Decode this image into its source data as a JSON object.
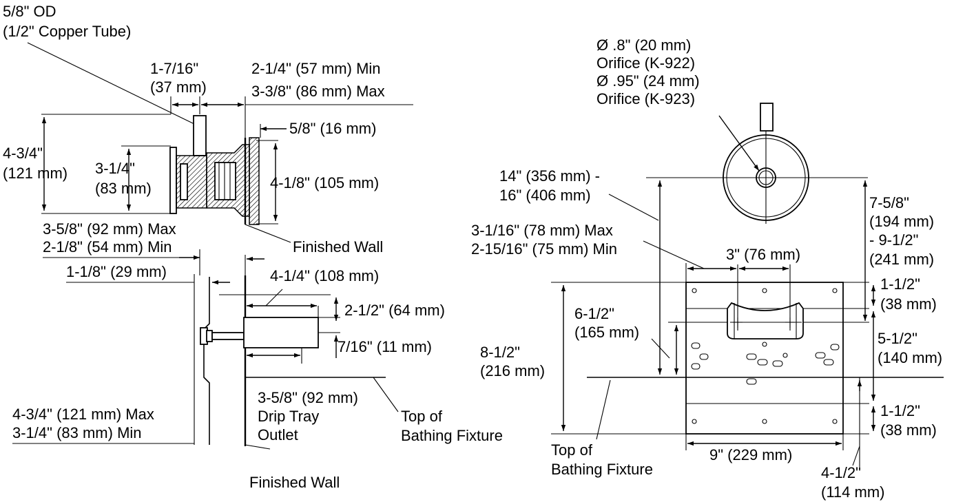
{
  "side_view": {
    "od_line1": "5/8\" OD",
    "od_line2": "(1/2\" Copper Tube)",
    "dim_1_7_16_a": "1-7/16\"",
    "dim_1_7_16_b": "(37 mm)",
    "dim_2_1_4_min": "2-1/4\" (57 mm) Min",
    "dim_3_3_8_max": "3-3/8\" (86 mm) Max",
    "dim_5_8": "5/8\" (16 mm)",
    "dim_4_3_4_a": "4-3/4\"",
    "dim_4_3_4_b": "(121 mm)",
    "dim_3_1_4_a": "3-1/4\"",
    "dim_3_1_4_b": "(83 mm)",
    "dim_4_1_8": "4-1/8\" (105 mm)",
    "dim_3_5_8_max": "3-5/8\" (92 mm) Max",
    "dim_2_1_8_min": "2-1/8\" (54 mm) Min",
    "finished_wall_1": "Finished Wall"
  },
  "lower_view": {
    "dim_1_1_8": "1-1/8\" (29 mm)",
    "dim_4_1_4": "4-1/4\" (108 mm)",
    "dim_2_1_2": "2-1/2\" (64 mm)",
    "dim_7_16": "7/16\" (11 mm)",
    "drip_1": "3-5/8\" (92 mm)",
    "drip_2": "Drip Tray",
    "drip_3": "Outlet",
    "top_fixture_1": "Top of",
    "top_fixture_2": "Bathing Fixture",
    "dim_4_3_4_max": "4-3/4\" (121 mm) Max",
    "dim_3_1_4_min": "3-1/4\" (83 mm) Min",
    "finished_wall_2": "Finished Wall"
  },
  "front_view": {
    "orifice_1": "Ø .8\" (20 mm)",
    "orifice_2": "Orifice (K-922)",
    "orifice_3": "Ø .95\" (24 mm)",
    "orifice_4": "Orifice (K-923)",
    "dim_14_a": "14\" (356 mm) -",
    "dim_14_b": "16\" (406 mm)",
    "dim_7_5_8_a": "7-5/8\"",
    "dim_7_5_8_b": "(194 mm)",
    "dim_7_5_8_c": "- 9-1/2\"",
    "dim_7_5_8_d": "(241 mm)",
    "dim_3_1_16_max": "3-1/16\" (78 mm) Max",
    "dim_2_15_16_min": "2-15/16\" (75 mm) Min",
    "dim_3": "3\" (76 mm)",
    "dim_1_1_2_top_a": "1-1/2\"",
    "dim_1_1_2_top_b": "(38 mm)",
    "dim_6_1_2_a": "6-1/2\"",
    "dim_6_1_2_b": "(165 mm)",
    "dim_5_1_2_a": "5-1/2\"",
    "dim_5_1_2_b": "(140 mm)",
    "dim_8_1_2_a": "8-1/2\"",
    "dim_8_1_2_b": "(216 mm)",
    "dim_1_1_2_bot_a": "1-1/2\"",
    "dim_1_1_2_bot_b": "(38 mm)",
    "top_fixture_1": "Top of",
    "top_fixture_2": "Bathing Fixture",
    "dim_9": "9\" (229 mm)",
    "dim_4_1_2_a": "4-1/2\"",
    "dim_4_1_2_b": "(114 mm)"
  }
}
